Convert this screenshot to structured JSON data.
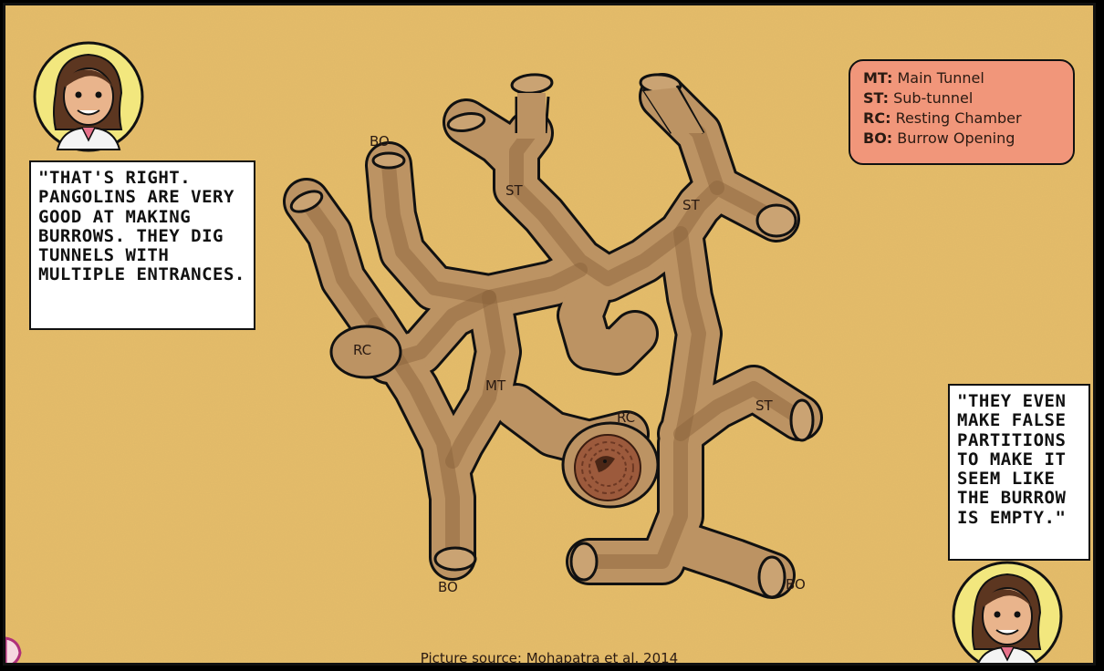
{
  "speech_bubbles": {
    "left": "\"That's right. Pangolins are very good at making burrows. They dig tunnels with multiple entrances.",
    "right": "\"They even make false partitions to make it seem like the burrow is empty.\""
  },
  "legend": {
    "items": [
      {
        "abbr": "MT:",
        "text": "Main Tunnel"
      },
      {
        "abbr": "ST:",
        "text": "Sub-tunnel"
      },
      {
        "abbr": "RC:",
        "text": "Resting Chamber"
      },
      {
        "abbr": "BO:",
        "text": "Burrow Opening"
      }
    ]
  },
  "diagram_labels": {
    "bo_top": "BO",
    "st_top_left": "ST",
    "st_top_right": "ST",
    "rc_left": "RC",
    "mt": "MT",
    "rc_center": "RC",
    "st_right": "ST",
    "bo_bottom_left": "BO",
    "bo_bottom_right": "BO"
  },
  "caption": "Picture source: Mohapatra et al. 2014",
  "colors": {
    "background": "#e6bd6a",
    "tunnel": "#bc9363",
    "tunnel_shadow": "#8a6239",
    "legend_bg": "#f1967a",
    "avatar_bg": "#f2e77e",
    "pangolin": "#9c5a3c"
  }
}
